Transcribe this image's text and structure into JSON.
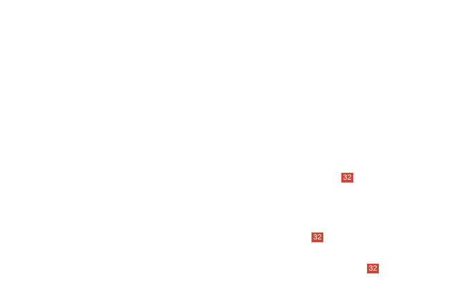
{
  "canvas": {
    "background": "#ffffff"
  },
  "badges": [
    {
      "label": "32",
      "color": "#cf4538"
    },
    {
      "label": "32",
      "color": "#cf4538"
    },
    {
      "label": "32",
      "color": "#cf4538"
    }
  ]
}
